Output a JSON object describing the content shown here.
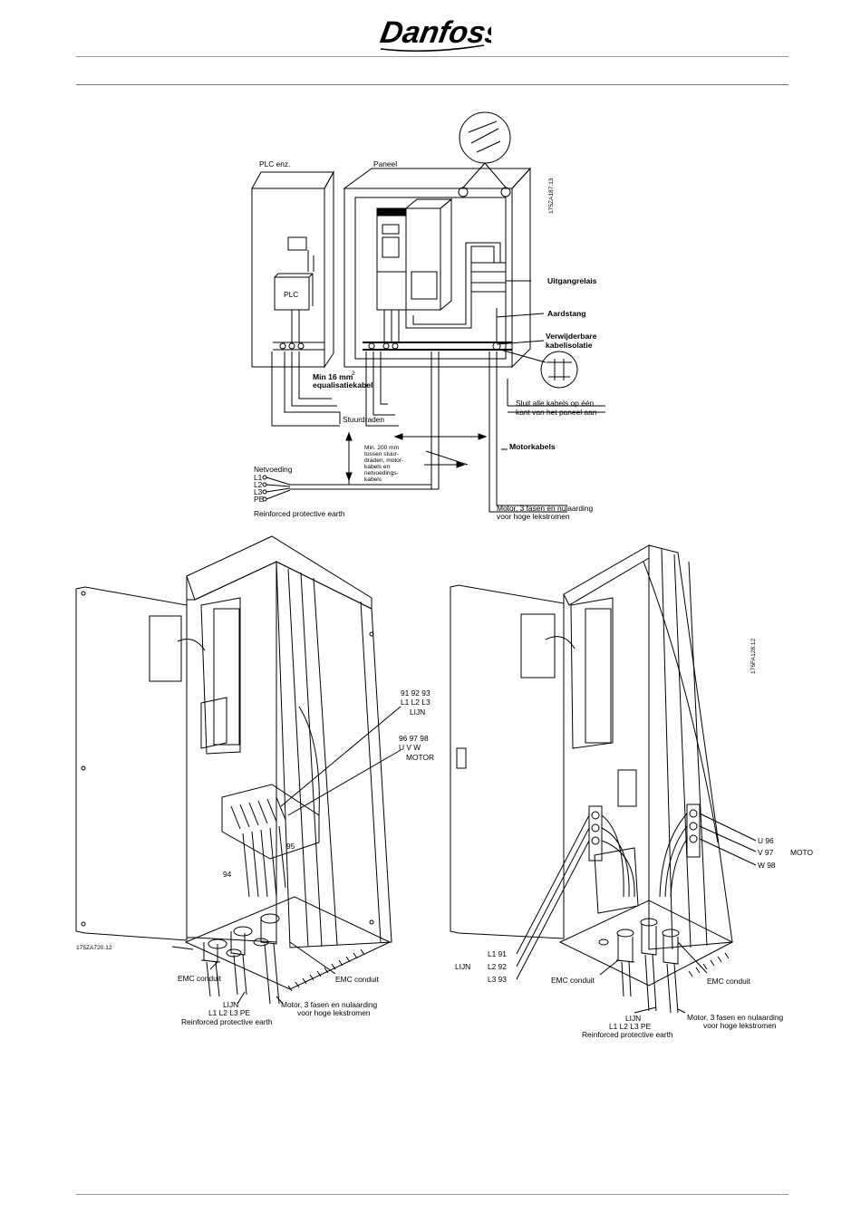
{
  "header": {
    "brand": "Danfoss"
  },
  "diagram_top": {
    "code": "175ZA187.13",
    "labels": {
      "plc_cabinet": "PLC enz.",
      "panel": "Paneel",
      "plc": "PLC",
      "min16_a": "Min 16 mm",
      "min16_sup": "2",
      "min16_b": "equalisatiekabel",
      "control_wires": "Stuurdraden",
      "output_relay": "Uitgangrelais",
      "earth_bar": "Aardstang",
      "removable_a": "Verwijderbare",
      "removable_b": "kabelisolatie",
      "connect_a": "Sluit alle kabels op één",
      "connect_b": "kant van het paneel aan",
      "motor_cables": "Motorkabels",
      "min200_1": "Min. 200 mm",
      "min200_2": "tussen stuur-",
      "min200_3": "draden, motor-",
      "min200_4": "kabels en",
      "min200_5": "netvoedings-",
      "min200_6": "kabels",
      "mains": "Netvoeding",
      "l1": "L1",
      "l2": "L2",
      "l3": "L3",
      "pe": "PE",
      "reinforced": "Reinforced protective earth",
      "motor3_a": "Motor, 3 fasen en nulaarding",
      "motor3_b": "voor hoge lekstromen"
    }
  },
  "diagram_left": {
    "code": "175ZA720.12",
    "labels": {
      "line_nums": "91 92 93",
      "line_phases": "L1  L2  L3",
      "line_word": "LIJN",
      "motor_nums": "96 97 98",
      "motor_phases": "U    V    W",
      "motor_word": "MOTOR",
      "t95": "95",
      "t94": "94",
      "emc_left": "EMC conduit",
      "emc_right": "EMC conduit",
      "lijn": "LIJN",
      "lijn_phases": "L1  L2  L3 PE",
      "reinforced": "Reinforced protective earth",
      "motor3_a": "Motor, 3 fasen en nulaarding",
      "motor3_b": "voor hoge lekstromen"
    }
  },
  "diagram_right": {
    "code": "176FA128.12",
    "labels": {
      "u96": "U  96",
      "v97": "V  97",
      "w98": "W  98",
      "motor_cut": "MOTO",
      "l1_91": "L1  91",
      "l2_92": "L2  92",
      "l3_93": "L3  93",
      "lijn_side": "LIJN",
      "emc_left": "EMC conduit",
      "emc_right": "EMC conduit",
      "lijn": "LIJN",
      "lijn_phases": "L1  L2  L3 PE",
      "reinforced": "Reinforced protective earth",
      "motor3_a": "Motor, 3 fasen en nulaarding",
      "motor3_b": "voor hoge lekstromen"
    }
  }
}
